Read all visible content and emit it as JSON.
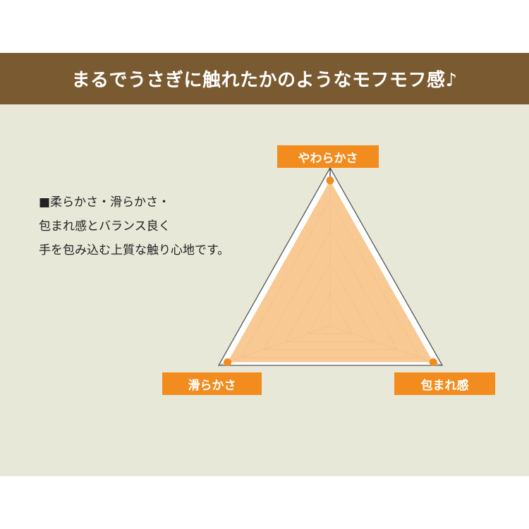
{
  "header": {
    "title": "まるでうさぎに触れたかのようなモフモフ感♪"
  },
  "description": {
    "lines": [
      "■柔らかさ・滑らかさ・",
      "包まれ感とバランス良く",
      "手を包み込む上質な触り心地です。"
    ]
  },
  "colors": {
    "banner": "#7a5a30",
    "panel": "#e7e8d8",
    "accent": "#f28c1e",
    "fill": "#f7c48a"
  },
  "chart_data": {
    "type": "radar",
    "axes": [
      "やわらかさ",
      "包まれ感",
      "滑らかさ"
    ],
    "levels": 5,
    "max": 5,
    "values": [
      4.6,
      4.6,
      4.6
    ]
  }
}
